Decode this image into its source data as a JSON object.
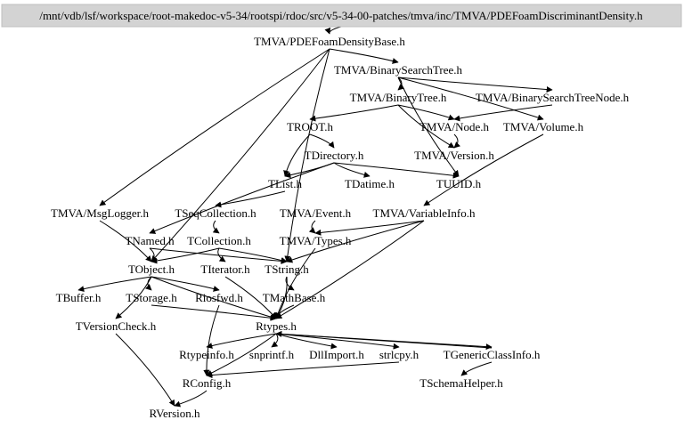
{
  "root": "/mnt/vdb/lsf/workspace/root-makedoc-v5-34/rootspi/rdoc/src/v5-34-00-patches/tmva/inc/TMVA/PDEFoamDiscriminantDensity.h",
  "nodes": {
    "pdefoam": "TMVA/PDEFoamDensityBase.h",
    "bst": "TMVA/BinarySearchTree.h",
    "bt": "TMVA/BinaryTree.h",
    "bstnode": "TMVA/BinarySearchTreeNode.h",
    "troot": "TROOT.h",
    "node": "TMVA/Node.h",
    "volume": "TMVA/Volume.h",
    "version": "TMVA/Version.h",
    "tdirectory": "TDirectory.h",
    "tlist": "TList.h",
    "tdatime": "TDatime.h",
    "tuuid": "TUUID.h",
    "msglogger": "TMVA/MsgLogger.h",
    "tseqcoll": "TSeqCollection.h",
    "event": "TMVA/Event.h",
    "varinfo": "TMVA/VariableInfo.h",
    "tnamed": "TNamed.h",
    "tcoll": "TCollection.h",
    "types": "TMVA/Types.h",
    "tobject": "TObject.h",
    "titerator": "TIterator.h",
    "tstring": "TString.h",
    "tbuffer": "TBuffer.h",
    "tstorage": "TStorage.h",
    "riosfwd": "Riosfwd.h",
    "tmathbase": "TMathBase.h",
    "tversioncheck": "TVersionCheck.h",
    "rtypes": "Rtypes.h",
    "rtypeinfo": "Rtypeinfo.h",
    "snprintf": "snprintf.h",
    "dllimport": "DllImport.h",
    "strlcpy": "strlcpy.h",
    "tgci": "TGenericClassInfo.h",
    "rconfig": "RConfig.h",
    "tschema": "TSchemaHelper.h",
    "rversion": "RVersion.h"
  },
  "edges": [
    [
      "root",
      "pdefoam"
    ],
    [
      "pdefoam",
      "bst"
    ],
    [
      "pdefoam",
      "msglogger"
    ],
    [
      "pdefoam",
      "tobject"
    ],
    [
      "pdefoam",
      "tstring"
    ],
    [
      "bst",
      "bt"
    ],
    [
      "bst",
      "bstnode"
    ],
    [
      "bst",
      "volume"
    ],
    [
      "bst",
      "tuuid"
    ],
    [
      "bt",
      "node"
    ],
    [
      "bt",
      "version"
    ],
    [
      "bt",
      "troot"
    ],
    [
      "bstnode",
      "node"
    ],
    [
      "node",
      "version"
    ],
    [
      "volume",
      "varinfo"
    ],
    [
      "troot",
      "tdirectory"
    ],
    [
      "troot",
      "tlist"
    ],
    [
      "tdirectory",
      "tlist"
    ],
    [
      "tdirectory",
      "tdatime"
    ],
    [
      "tdirectory",
      "tuuid"
    ],
    [
      "tdirectory",
      "tnamed"
    ],
    [
      "tlist",
      "tseqcoll"
    ],
    [
      "tseqcoll",
      "tcoll"
    ],
    [
      "tnamed",
      "tobject"
    ],
    [
      "tnamed",
      "tstring"
    ],
    [
      "tcoll",
      "tobject"
    ],
    [
      "tcoll",
      "titerator"
    ],
    [
      "tcoll",
      "tstring"
    ],
    [
      "event",
      "types"
    ],
    [
      "varinfo",
      "types"
    ],
    [
      "varinfo",
      "tstring"
    ],
    [
      "varinfo",
      "rtypes"
    ],
    [
      "types",
      "rtypes"
    ],
    [
      "msglogger",
      "tobject"
    ],
    [
      "tobject",
      "tstorage"
    ],
    [
      "tobject",
      "riosfwd"
    ],
    [
      "tobject",
      "tbuffer"
    ],
    [
      "tobject",
      "tversioncheck"
    ],
    [
      "tobject",
      "rtypes"
    ],
    [
      "titerator",
      "rtypes"
    ],
    [
      "tstring",
      "tmathbase"
    ],
    [
      "tstring",
      "rtypes"
    ],
    [
      "tmathbase",
      "rtypes"
    ],
    [
      "tstorage",
      "rtypes"
    ],
    [
      "riosfwd",
      "rconfig"
    ],
    [
      "tversioncheck",
      "rversion"
    ],
    [
      "rtypes",
      "rtypeinfo"
    ],
    [
      "rtypes",
      "snprintf"
    ],
    [
      "rtypes",
      "dllimport"
    ],
    [
      "rtypes",
      "strlcpy"
    ],
    [
      "rtypes",
      "tgci"
    ],
    [
      "rtypes",
      "rconfig"
    ],
    [
      "tgci",
      "tschema"
    ],
    [
      "tgci",
      "rtypes"
    ],
    [
      "strlcpy",
      "rconfig"
    ],
    [
      "rconfig",
      "rversion"
    ]
  ]
}
